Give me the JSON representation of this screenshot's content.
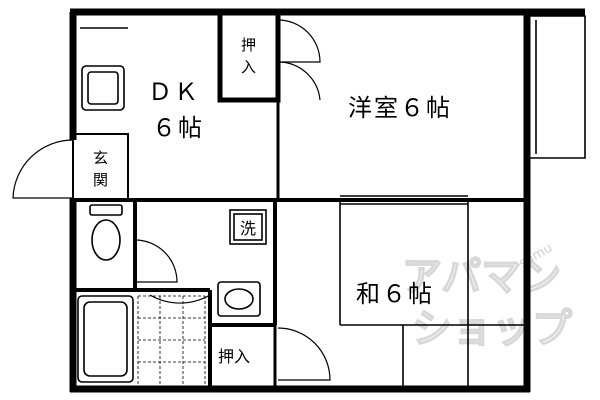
{
  "rooms": {
    "dk_line1": "ＤＫ",
    "dk_line2": "６帖",
    "western": "洋室６帖",
    "japanese": "和６帖"
  },
  "closets": {
    "top_line1": "押",
    "top_line2": "入",
    "bottom": "押入"
  },
  "entrance": {
    "line1": "玄",
    "line2": "関"
  },
  "washer": {
    "label": "洗"
  },
  "watermark": {
    "line1": "アパマン",
    "line2": "ショップ",
    "tag": "sumu"
  }
}
